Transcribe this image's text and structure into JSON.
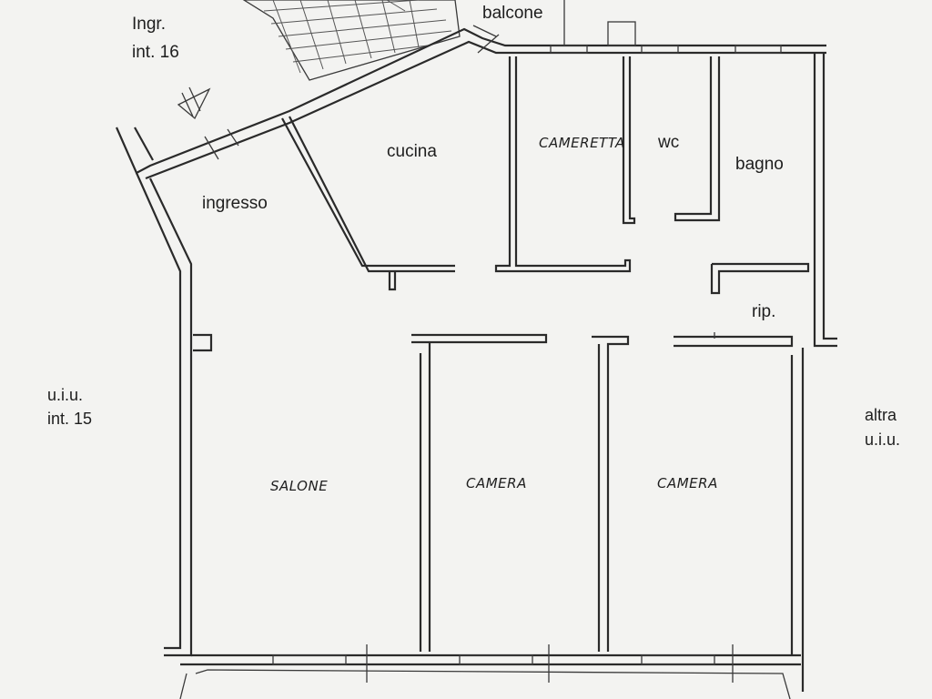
{
  "labels": {
    "ingr_line1": "Ingr.",
    "ingr_line2": "int. 16",
    "balcone": "balcone",
    "cucina": "cucina",
    "cameretta": "CAMERETTA",
    "wc": "wc",
    "bagno": "bagno",
    "ingresso": "ingresso",
    "rip": "rip.",
    "uiu_line1": "u.i.u.",
    "uiu_line2": "int. 15",
    "altra_line1": "altra",
    "altra_line2": "u.i.u.",
    "salone": "SALONE",
    "camera_1": "CAMERA",
    "camera_2": "CAMERA"
  },
  "colors": {
    "background": "#f3f3f1",
    "ink": "#2a2a2a"
  }
}
